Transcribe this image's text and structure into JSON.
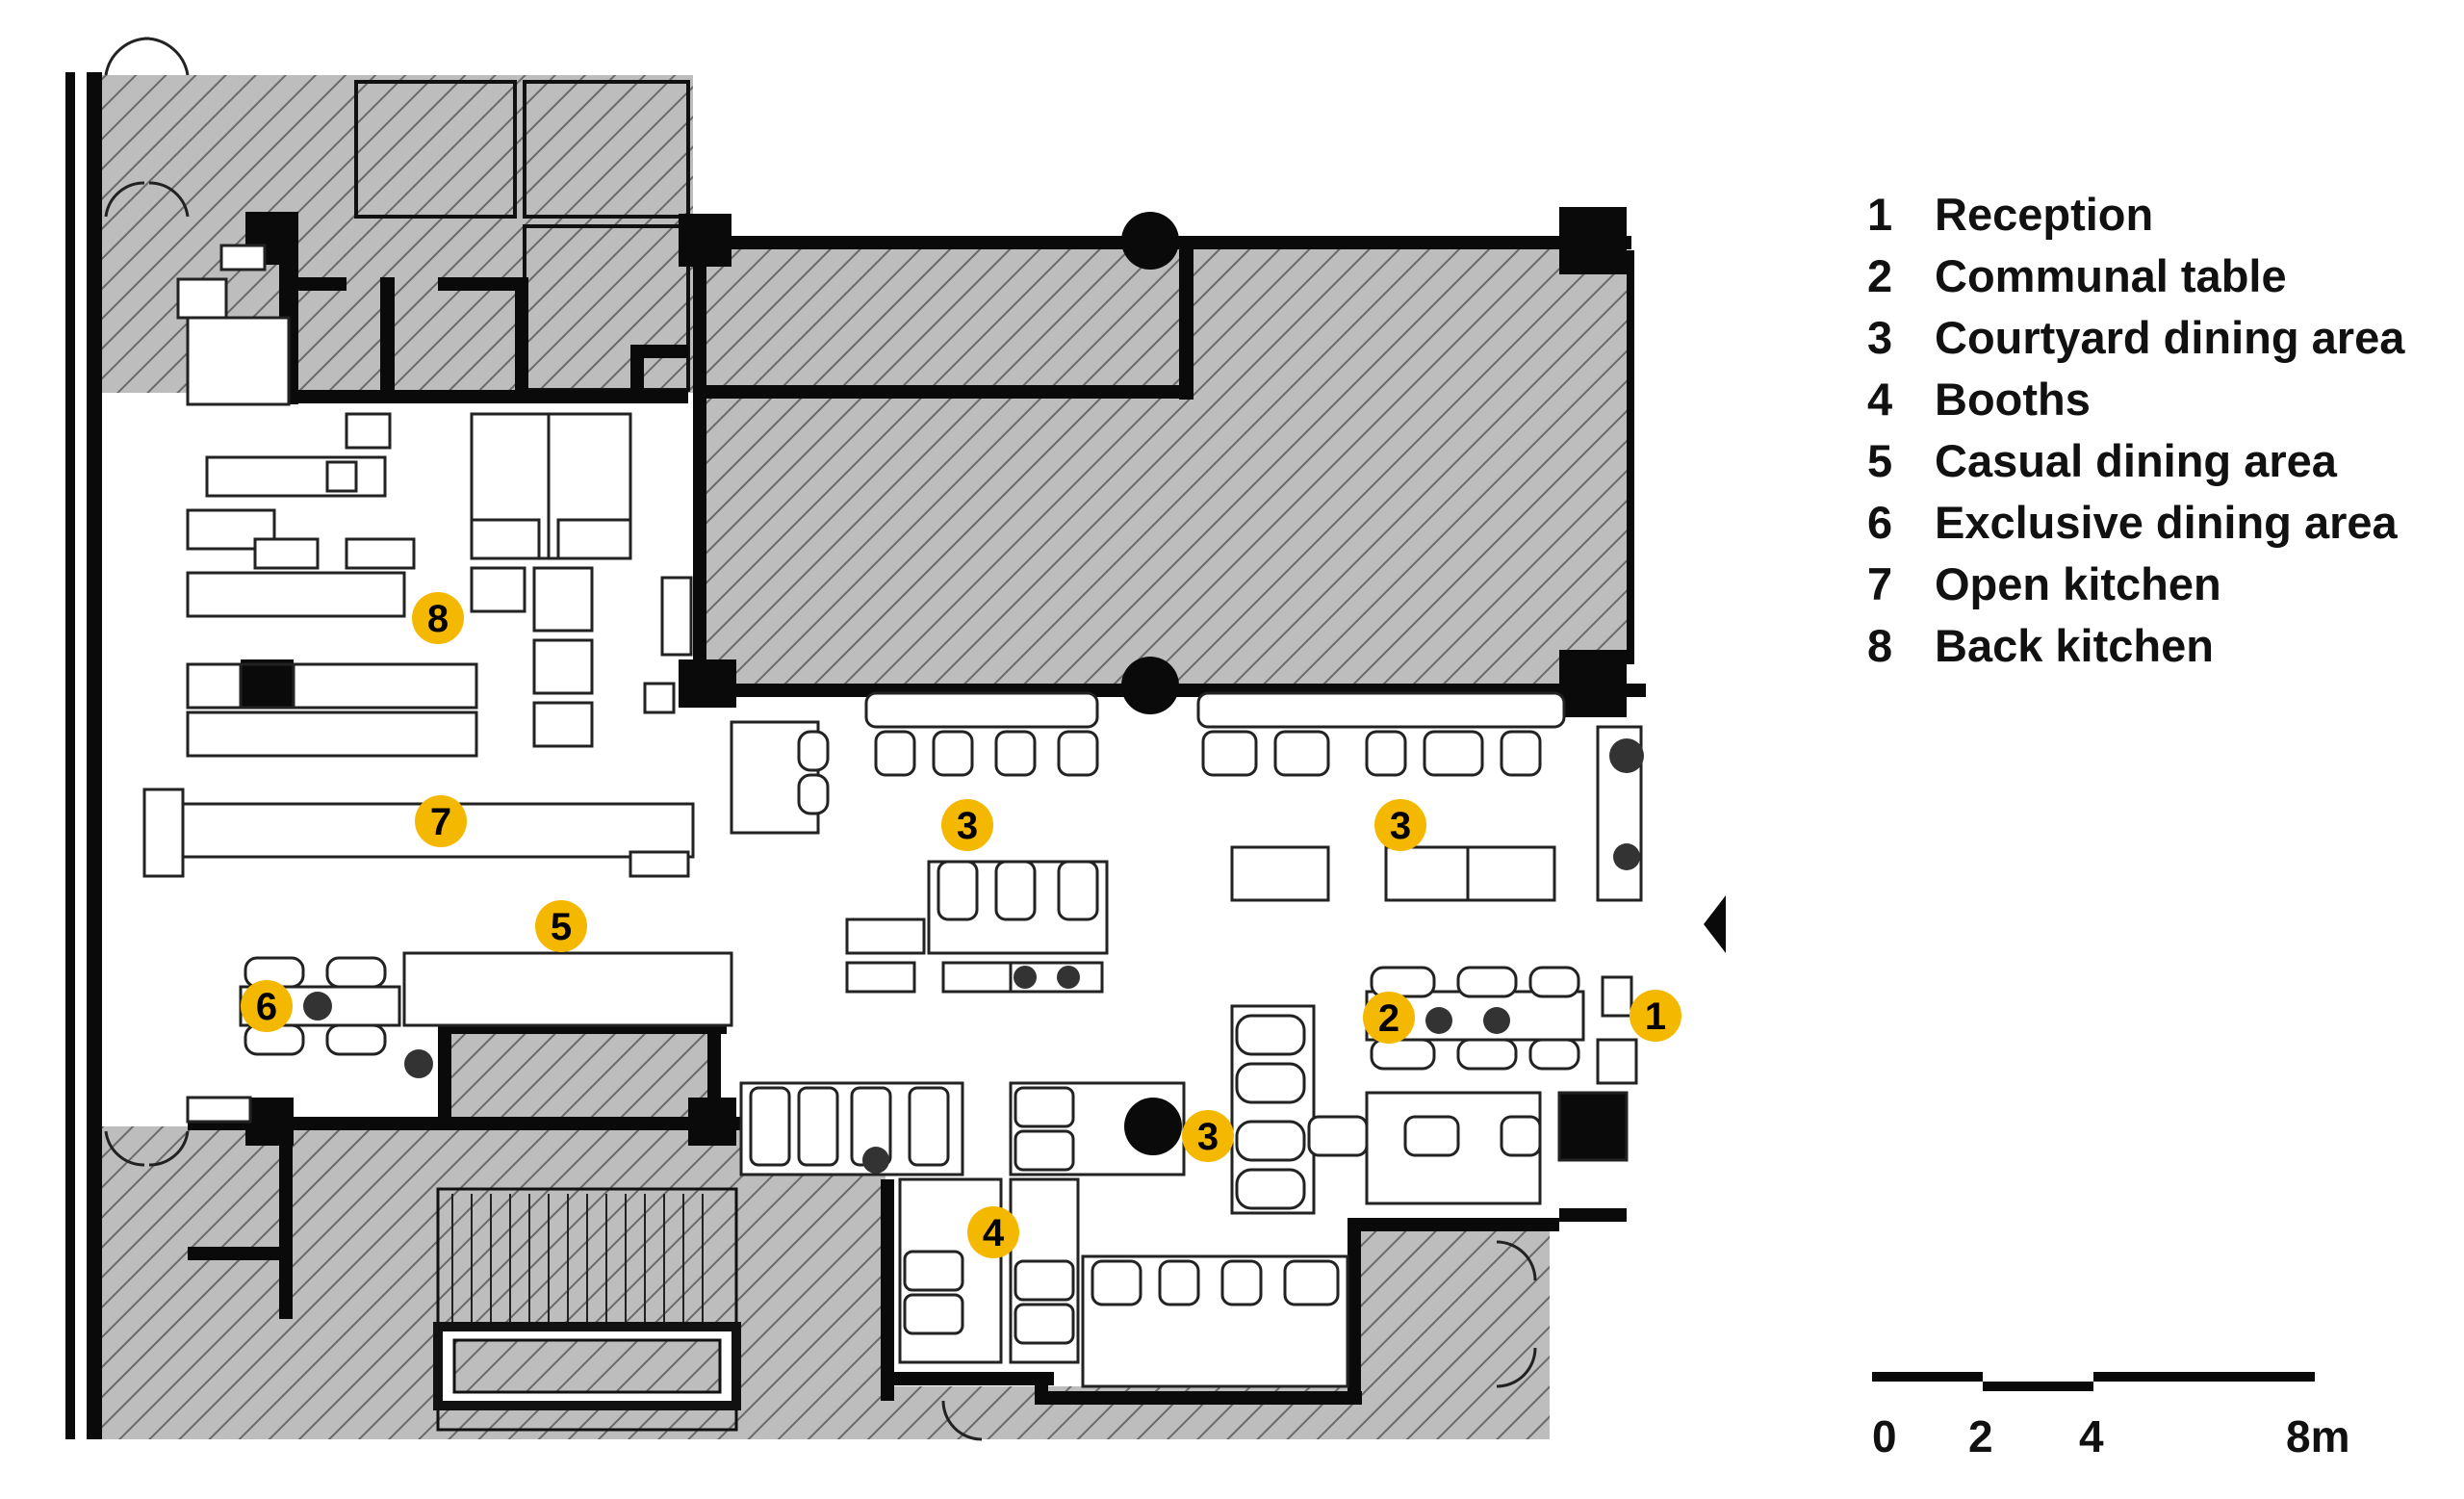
{
  "colors": {
    "badge": "#f5b800",
    "wall": "#0a0a0a",
    "hatch_fill": "#bdbdbd",
    "hatch_line": "#6a6a6a"
  },
  "markers": [
    {
      "id": "m8",
      "label": "8"
    },
    {
      "id": "m7",
      "label": "7"
    },
    {
      "id": "m5",
      "label": "5"
    },
    {
      "id": "m6",
      "label": "6"
    },
    {
      "id": "m3a",
      "label": "3"
    },
    {
      "id": "m3b",
      "label": "3"
    },
    {
      "id": "m3c",
      "label": "3"
    },
    {
      "id": "m4",
      "label": "4"
    },
    {
      "id": "m2",
      "label": "2"
    },
    {
      "id": "m1",
      "label": "1"
    }
  ],
  "legend": [
    {
      "num": "1",
      "label": "Reception"
    },
    {
      "num": "2",
      "label": "Communal table"
    },
    {
      "num": "3",
      "label": "Courtyard dining area"
    },
    {
      "num": "4",
      "label": "Booths"
    },
    {
      "num": "5",
      "label": "Casual dining area"
    },
    {
      "num": "6",
      "label": "Exclusive dining area"
    },
    {
      "num": "7",
      "label": "Open kitchen"
    },
    {
      "num": "8",
      "label": "Back kitchen"
    }
  ],
  "scale": {
    "ticks": [
      "0",
      "2",
      "4",
      "8m"
    ]
  }
}
